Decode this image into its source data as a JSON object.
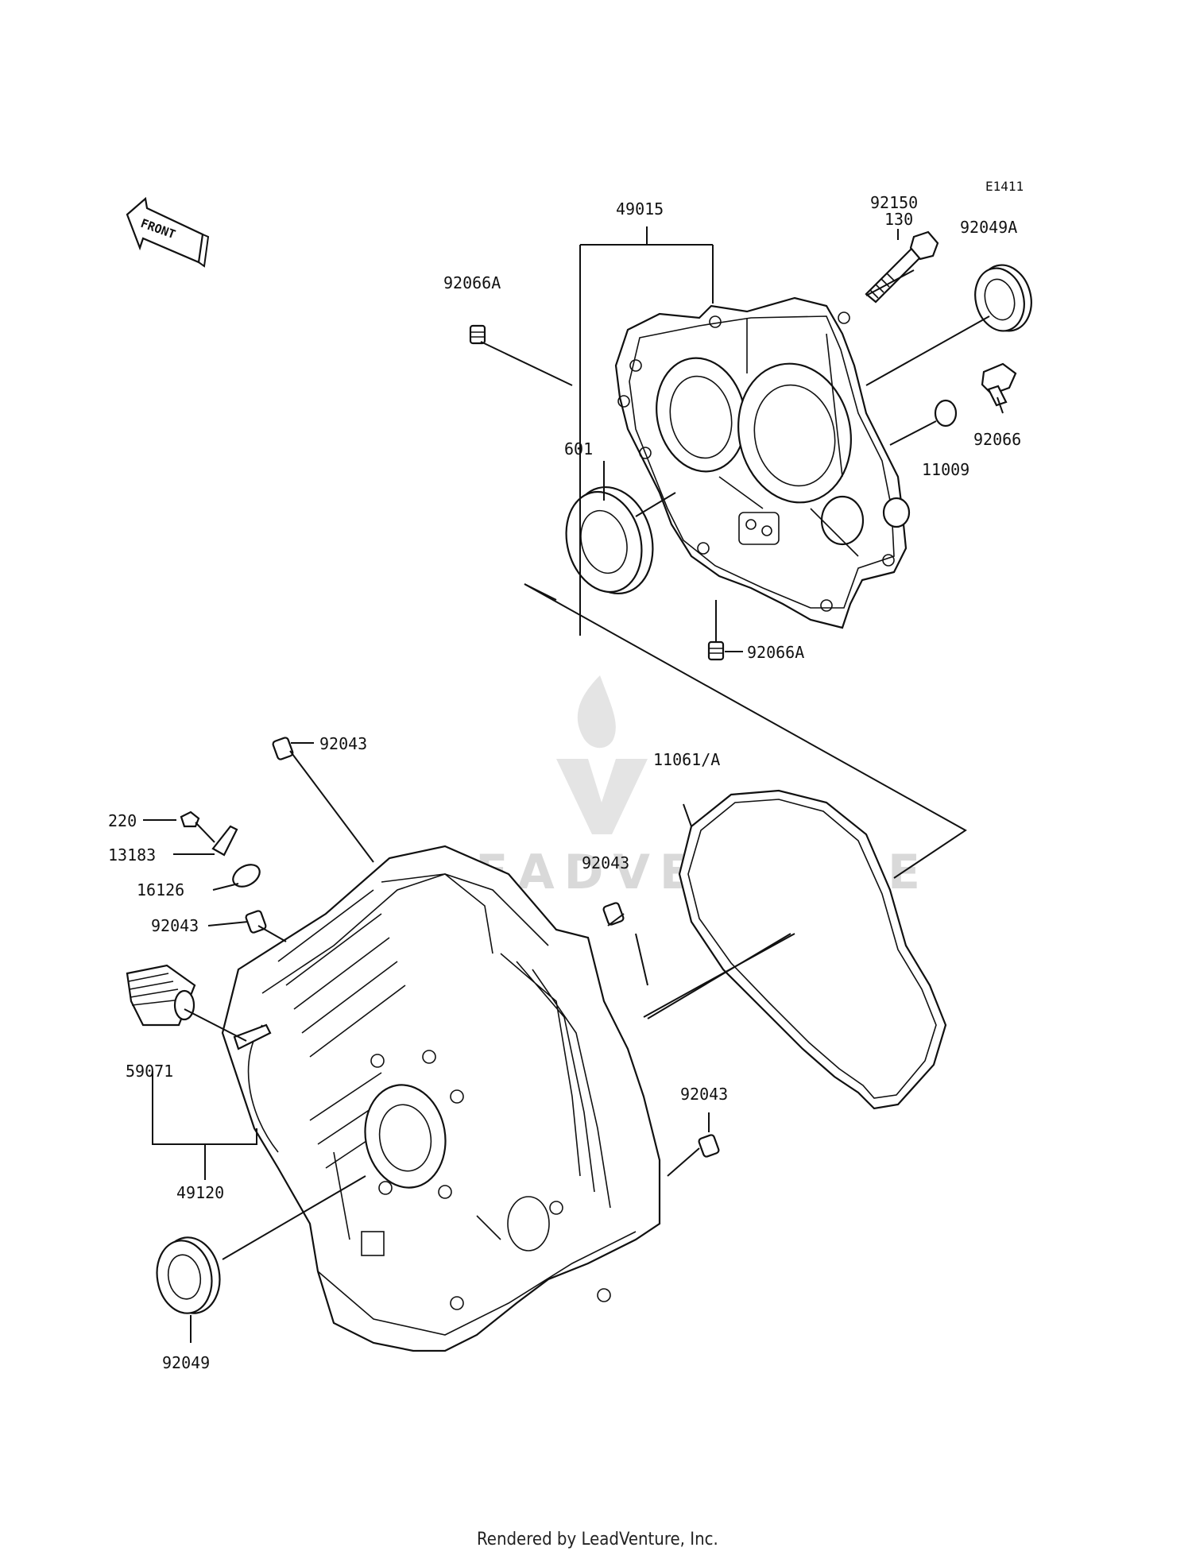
{
  "diagram_code": "E1411",
  "front_label": "FRONT",
  "footer": "Rendered by LeadVenture, Inc.",
  "watermark": "LEADVENTURE",
  "labels": [
    {
      "id": "49015",
      "text": "49015"
    },
    {
      "id": "92150",
      "text": "92150"
    },
    {
      "id": "130",
      "text": "130"
    },
    {
      "id": "92049A",
      "text": "92049A"
    },
    {
      "id": "92066A-top",
      "text": "92066A"
    },
    {
      "id": "92066",
      "text": "92066"
    },
    {
      "id": "11009",
      "text": "11009"
    },
    {
      "id": "601",
      "text": "601"
    },
    {
      "id": "92066A-bottom",
      "text": "92066A"
    },
    {
      "id": "92043-top",
      "text": "92043"
    },
    {
      "id": "11061A",
      "text": "11061/A"
    },
    {
      "id": "220",
      "text": "220"
    },
    {
      "id": "13183",
      "text": "13183"
    },
    {
      "id": "16126",
      "text": "16126"
    },
    {
      "id": "92043-left",
      "text": "92043"
    },
    {
      "id": "92043-mid",
      "text": "92043"
    },
    {
      "id": "59071",
      "text": "59071"
    },
    {
      "id": "92043-right",
      "text": "92043"
    },
    {
      "id": "49120",
      "text": "49120"
    },
    {
      "id": "92049",
      "text": "92049"
    }
  ]
}
